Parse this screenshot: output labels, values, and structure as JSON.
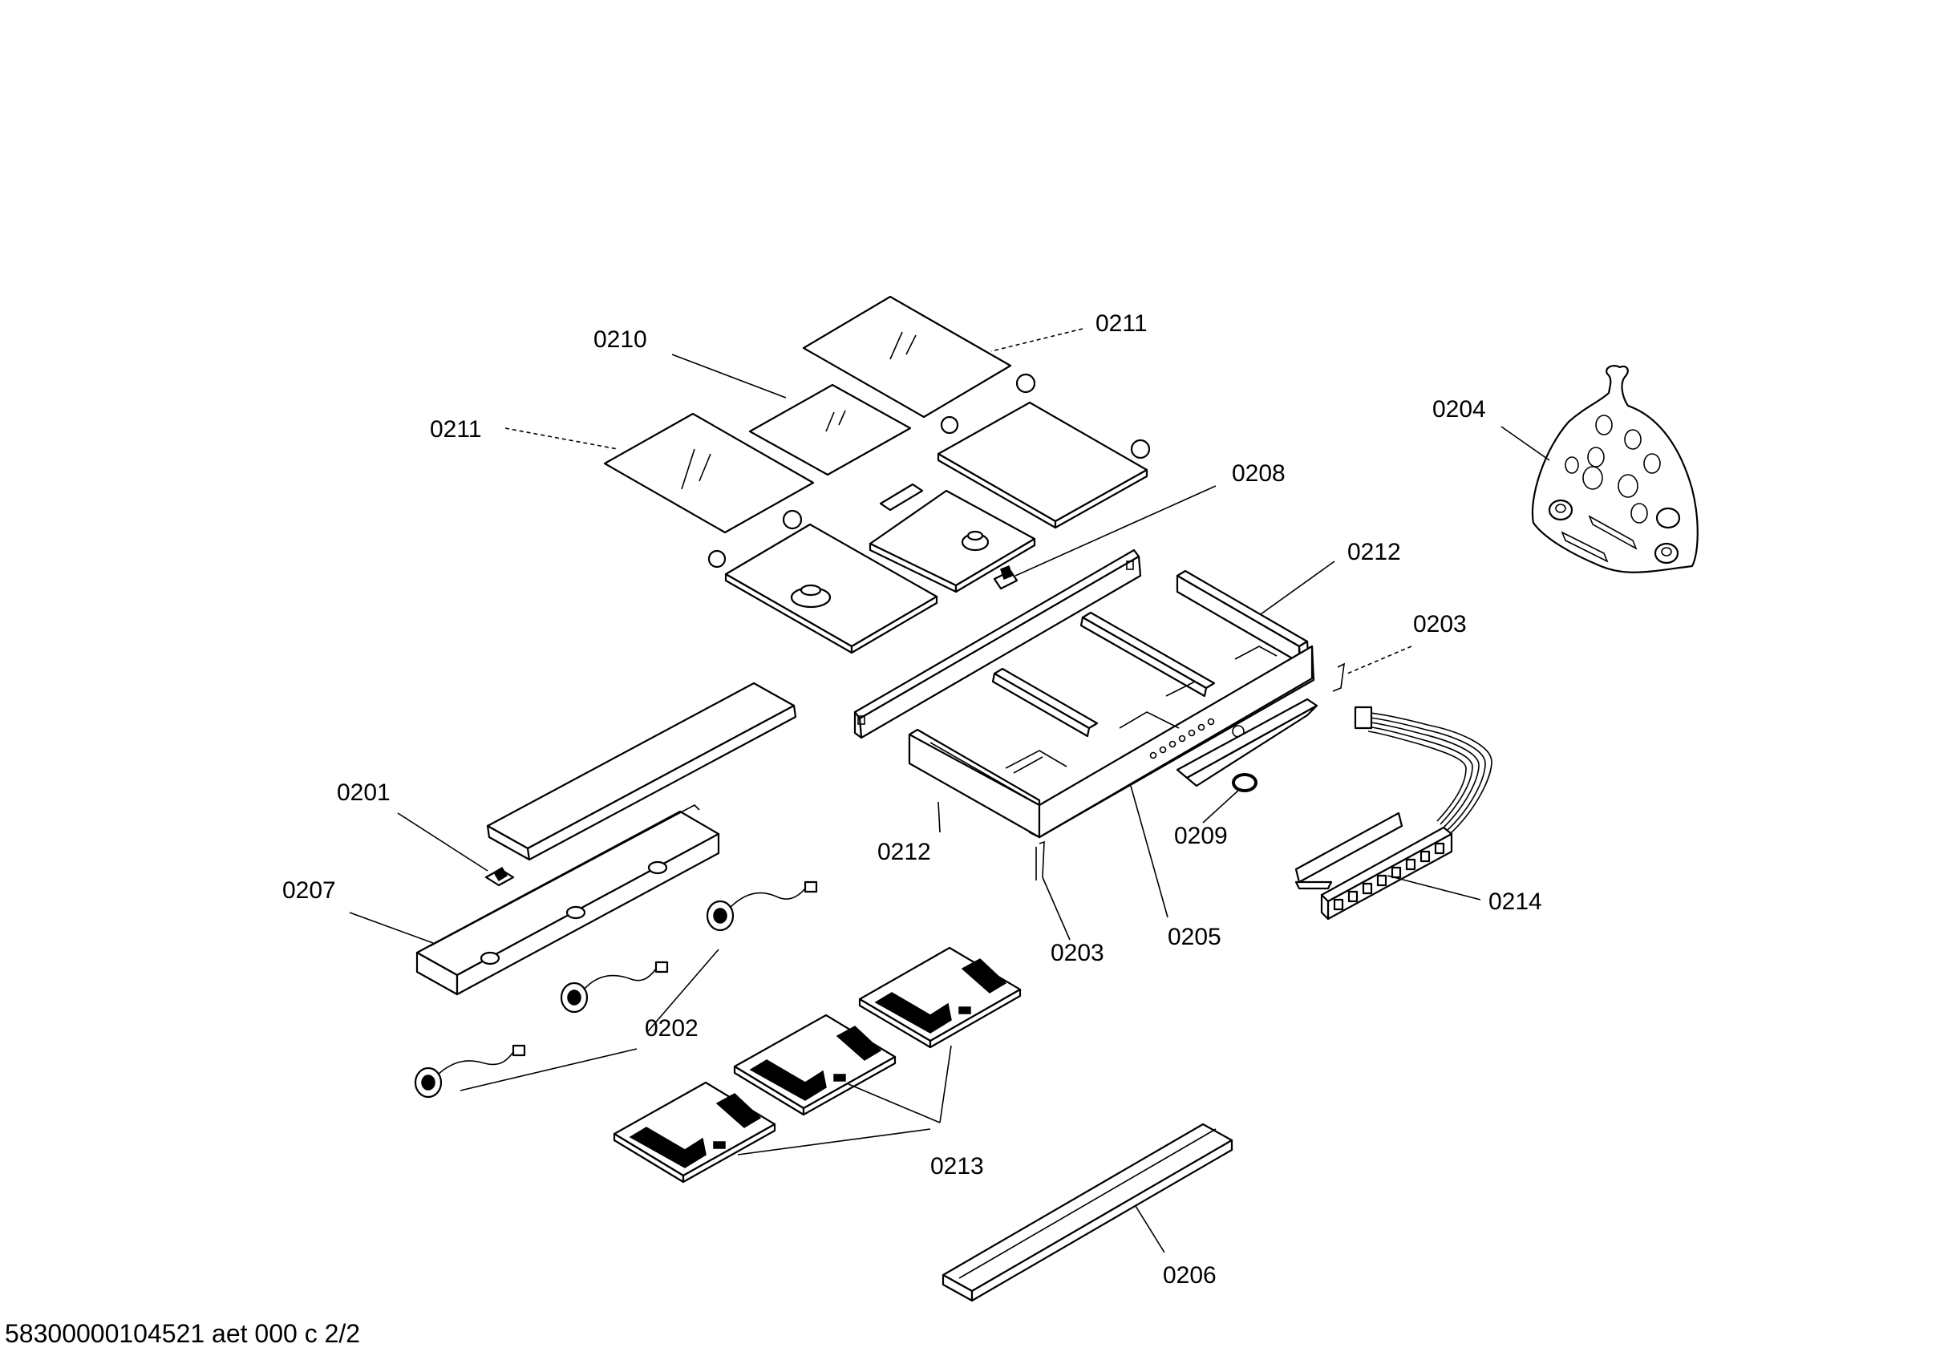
{
  "footer_text": "58300000104521 aet 000 c 2/2",
  "callouts": [
    {
      "id": "c-0210",
      "text": "0210"
    },
    {
      "id": "c-0211-top",
      "text": "0211"
    },
    {
      "id": "c-0211-left",
      "text": "0211"
    },
    {
      "id": "c-0208",
      "text": "0208"
    },
    {
      "id": "c-0204",
      "text": "0204"
    },
    {
      "id": "c-0212-right",
      "text": "0212"
    },
    {
      "id": "c-0203-right",
      "text": "0203"
    },
    {
      "id": "c-0201",
      "text": "0201"
    },
    {
      "id": "c-0207",
      "text": "0207"
    },
    {
      "id": "c-0212-left",
      "text": "0212"
    },
    {
      "id": "c-0209",
      "text": "0209"
    },
    {
      "id": "c-0214",
      "text": "0214"
    },
    {
      "id": "c-0203-bottom",
      "text": "0203"
    },
    {
      "id": "c-0205",
      "text": "0205"
    },
    {
      "id": "c-0202",
      "text": "0202"
    },
    {
      "id": "c-0213",
      "text": "0213"
    },
    {
      "id": "c-0206",
      "text": "0206"
    }
  ]
}
